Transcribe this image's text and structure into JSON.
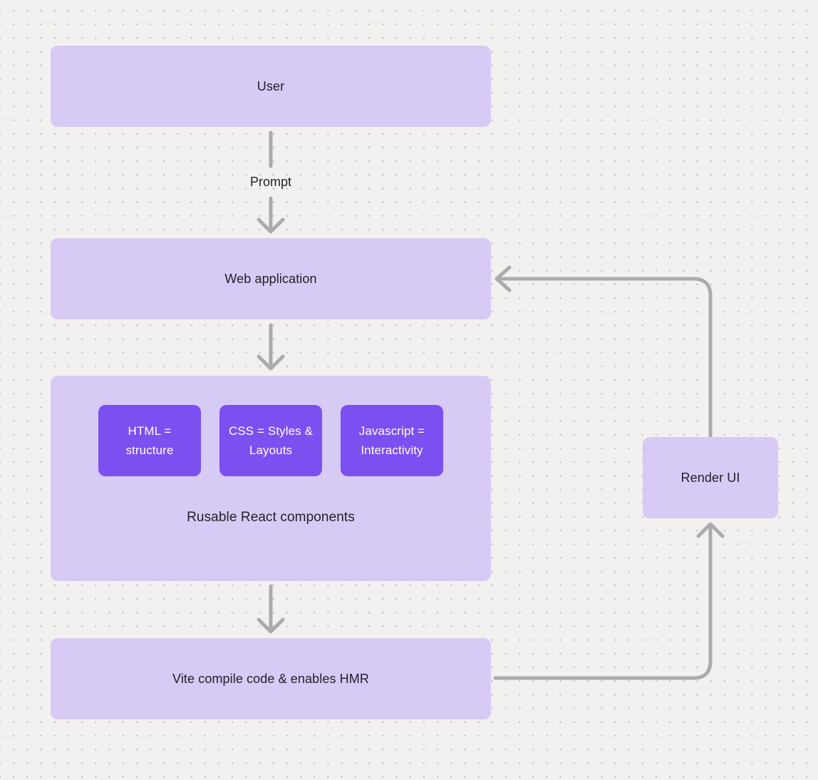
{
  "diagram": {
    "nodes": {
      "user": {
        "label": "User"
      },
      "web_application": {
        "label": "Web application"
      },
      "components_group": {
        "caption": "Rusable React components",
        "children": [
          {
            "label": "HTML = structure"
          },
          {
            "label": "CSS = Styles & Layouts"
          },
          {
            "label": "Javascript = Interactivity"
          }
        ]
      },
      "vite": {
        "label": "Vite compile code & enables HMR"
      },
      "render_ui": {
        "label": "Render UI"
      }
    },
    "edge_labels": {
      "prompt": "Prompt"
    },
    "colors": {
      "background": "#f2f1f0",
      "grid_dot": "#c6c4c2",
      "node_fill": "#d7caf5",
      "chip_fill": "#7c4ff0",
      "chip_text": "#ffffff",
      "node_text": "#232127",
      "arrow": "#ababab"
    }
  }
}
